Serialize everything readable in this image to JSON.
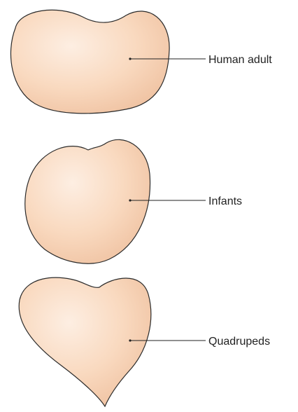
{
  "colors": {
    "fill_light": "#fdeee2",
    "fill_mid": "#f9d9bf",
    "fill_dark": "#efc1a0",
    "outline": "#2b2b2b"
  },
  "diagram": {
    "items": [
      {
        "label": "Human adult"
      },
      {
        "label": "Infants"
      },
      {
        "label": "Quadrupeds"
      }
    ]
  }
}
